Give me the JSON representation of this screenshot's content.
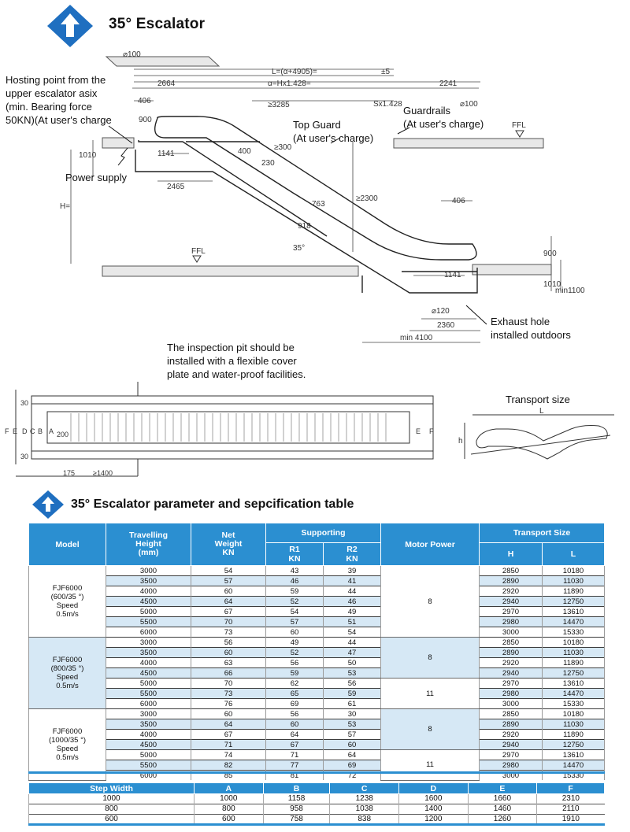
{
  "header": {
    "title": "35° Escalator"
  },
  "drawing": {
    "callouts": {
      "hoisting": [
        "Hosting point from the",
        "upper escalator asix",
        "(min. Bearing force",
        "50KN)(At user's charge"
      ],
      "power_supply": "Power supply",
      "top_guard": [
        "Top Guard",
        "(At user's charge)"
      ],
      "guardrails": [
        "Guardrails",
        "(At user's charge)"
      ],
      "exhaust": [
        "Exhaust hole",
        "installed outdoors"
      ],
      "inspection": [
        "The inspection pit should be",
        "installed with a flexible cover",
        "plate and water-proof facilities."
      ],
      "transport": "Transport size"
    },
    "dims": {
      "d100_top": "⌀100",
      "L_formula": "L=(α+4905)=",
      "t5": "±5",
      "a_formula": "α=Hx1.428=",
      "d2664": "2664",
      "d2241": "2241",
      "d406_top": "406",
      "d3285": "≥3285",
      "sx": "Sx1.428",
      "d100_mid": "⌀100",
      "d900_top": "900",
      "ffl_top": "FFL",
      "d1010_top": "1010",
      "d1141_top": "1141",
      "d400": "400",
      "d230": "230",
      "d300": "≥300",
      "d2465": "2465",
      "d2300": "≥2300",
      "H": "H=",
      "d763": "763",
      "d918": "918",
      "angle": "35°",
      "ffl_bot": "FFL",
      "d406_bot": "406",
      "d900_bot": "900",
      "d1141_bot": "1141",
      "d1010_bot": "1010",
      "min1100": "min1100",
      "d120": "⌀120",
      "d2360": "2360",
      "min4100": "min 4100",
      "plan_175": "175",
      "plan_1400": "≥1400",
      "plan_30a": "30",
      "plan_30b": "30",
      "plan_letters": [
        "F",
        "E",
        "D",
        "C",
        "B",
        "A"
      ],
      "plan_200": "200",
      "plan_E": "E",
      "plan_F": "F",
      "t_L": "L",
      "t_h": "h"
    }
  },
  "section2": {
    "title": "35° Escalator parameter and sepcification table"
  },
  "spec_table": {
    "headers": {
      "model": "Model",
      "height": [
        "Travelling",
        "Height",
        "(mm)"
      ],
      "weight": [
        "Net",
        "Weight",
        "KN"
      ],
      "supporting": "Supporting",
      "r1": [
        "R1",
        "KN"
      ],
      "r2": [
        "R2",
        "KN"
      ],
      "motor": "Motor Power",
      "transport": "Transport Size",
      "h": "H",
      "l": "L"
    },
    "groups": [
      {
        "model": [
          "FJF6000",
          "(600/35 °)",
          "Speed",
          "0.5m/s"
        ],
        "rows": [
          {
            "height": "3000",
            "weight": "54",
            "r1": "43",
            "r2": "39",
            "H": "2850",
            "L": "10180"
          },
          {
            "height": "3500",
            "weight": "57",
            "r1": "46",
            "r2": "41",
            "H": "2890",
            "L": "11030"
          },
          {
            "height": "4000",
            "weight": "60",
            "r1": "59",
            "r2": "44",
            "H": "2920",
            "L": "11890"
          },
          {
            "height": "4500",
            "weight": "64",
            "r1": "52",
            "r2": "46",
            "H": "2940",
            "L": "12750"
          },
          {
            "height": "5000",
            "weight": "67",
            "r1": "54",
            "r2": "49",
            "H": "2970",
            "L": "13610"
          },
          {
            "height": "5500",
            "weight": "70",
            "r1": "57",
            "r2": "51",
            "H": "2980",
            "L": "14470"
          },
          {
            "height": "6000",
            "weight": "73",
            "r1": "60",
            "r2": "54",
            "H": "3000",
            "L": "15330"
          }
        ],
        "motor": [
          {
            "value": "8",
            "span": 7
          }
        ]
      },
      {
        "model": [
          "FJF6000",
          "(800/35 °)",
          "Speed",
          "0.5m/s"
        ],
        "rows": [
          {
            "height": "3000",
            "weight": "56",
            "r1": "49",
            "r2": "44",
            "H": "2850",
            "L": "10180"
          },
          {
            "height": "3500",
            "weight": "60",
            "r1": "52",
            "r2": "47",
            "H": "2890",
            "L": "11030"
          },
          {
            "height": "4000",
            "weight": "63",
            "r1": "56",
            "r2": "50",
            "H": "2920",
            "L": "11890"
          },
          {
            "height": "4500",
            "weight": "66",
            "r1": "59",
            "r2": "53",
            "H": "2940",
            "L": "12750"
          },
          {
            "height": "5000",
            "weight": "70",
            "r1": "62",
            "r2": "56",
            "H": "2970",
            "L": "13610"
          },
          {
            "height": "5500",
            "weight": "73",
            "r1": "65",
            "r2": "59",
            "H": "2980",
            "L": "14470"
          },
          {
            "height": "6000",
            "weight": "76",
            "r1": "69",
            "r2": "61",
            "H": "3000",
            "L": "15330"
          }
        ],
        "motor": [
          {
            "value": "8",
            "span": 4
          },
          {
            "value": "11",
            "span": 3
          }
        ]
      },
      {
        "model": [
          "FJF6000",
          "(1000/35 °)",
          "Speed",
          "0.5m/s"
        ],
        "rows": [
          {
            "height": "3000",
            "weight": "60",
            "r1": "56",
            "r2": "30",
            "H": "2850",
            "L": "10180"
          },
          {
            "height": "3500",
            "weight": "64",
            "r1": "60",
            "r2": "53",
            "H": "2890",
            "L": "11030"
          },
          {
            "height": "4000",
            "weight": "67",
            "r1": "64",
            "r2": "57",
            "H": "2920",
            "L": "11890"
          },
          {
            "height": "4500",
            "weight": "71",
            "r1": "67",
            "r2": "60",
            "H": "2940",
            "L": "12750"
          },
          {
            "height": "5000",
            "weight": "74",
            "r1": "71",
            "r2": "64",
            "H": "2970",
            "L": "13610"
          },
          {
            "height": "5500",
            "weight": "82",
            "r1": "77",
            "r2": "69",
            "H": "2980",
            "L": "14470"
          },
          {
            "height": "6000",
            "weight": "85",
            "r1": "81",
            "r2": "72",
            "H": "3000",
            "L": "15330"
          }
        ],
        "motor": [
          {
            "value": "8",
            "span": 4
          },
          {
            "value": "11",
            "span": 3
          }
        ]
      }
    ]
  },
  "step_table": {
    "headers": [
      "Step Width",
      "A",
      "B",
      "C",
      "D",
      "E",
      "F"
    ],
    "rows": [
      [
        "1000",
        "1000",
        "1158",
        "1238",
        "1600",
        "1660",
        "2310"
      ],
      [
        "800",
        "800",
        "958",
        "1038",
        "1400",
        "1460",
        "2110"
      ],
      [
        "600",
        "600",
        "758",
        "838",
        "1200",
        "1260",
        "1910"
      ]
    ]
  },
  "colors": {
    "accent": "#2b8fd1",
    "logo": "#1f6fc0",
    "row_shade": "#d6e8f5"
  }
}
